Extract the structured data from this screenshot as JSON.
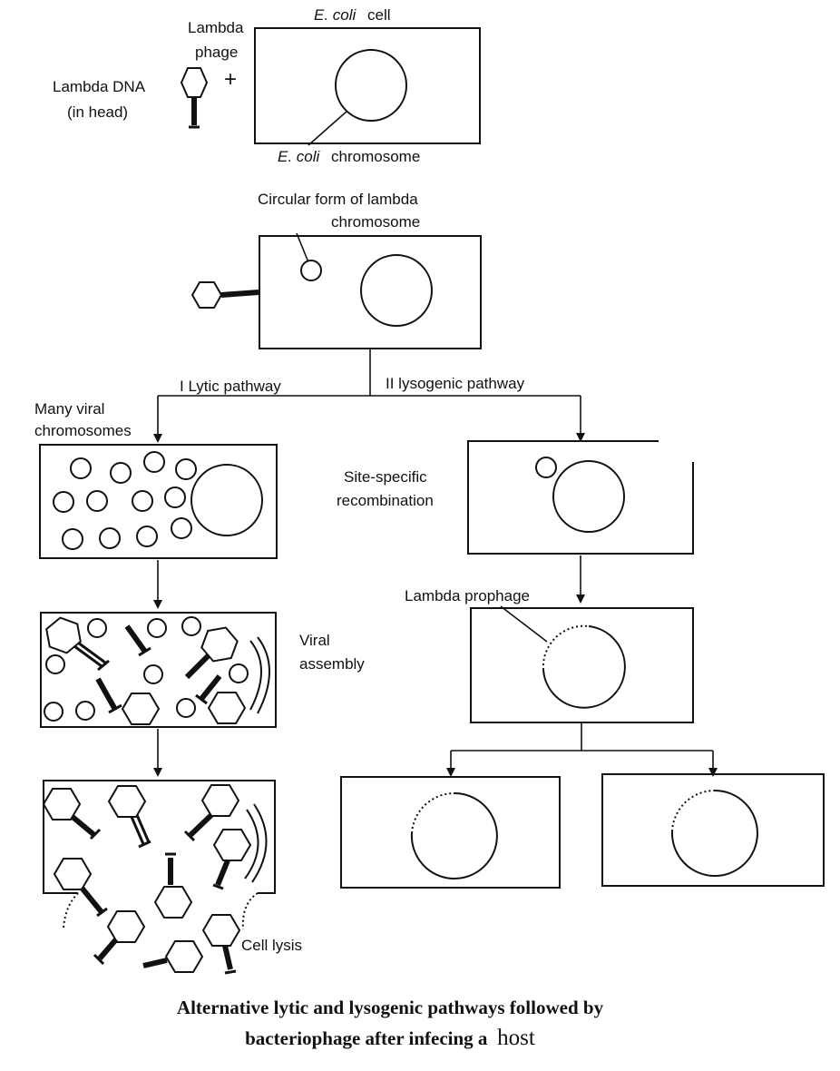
{
  "labels": {
    "lambda_phage": [
      "Lambda",
      "phage"
    ],
    "lambda_dna": [
      "Lambda DNA",
      "(in head)"
    ],
    "plus": "+",
    "ecoli_cell_italic": "E. coli",
    "ecoli_cell_rest": "cell",
    "ecoli_chromosome_italic": "E. coli",
    "ecoli_chromosome_rest": "chromosome",
    "circular_form": [
      "Circular form of lambda",
      "chromosome"
    ],
    "lytic_pathway": "I Lytic pathway",
    "lysogenic_pathway": "II lysogenic pathway",
    "many_viral": [
      "Many viral",
      "chromosomes"
    ],
    "site_specific": [
      "Site-specific",
      "recombination"
    ],
    "viral_assembly": [
      "Viral",
      "assembly"
    ],
    "lambda_prophage": "Lambda prophage",
    "cell_lysis": "Cell lysis"
  },
  "caption": {
    "line1": "Alternative lytic and lysogenic pathways followed by",
    "line2_bold": "bacteriophage after infecing a",
    "line2_plain": "host"
  }
}
